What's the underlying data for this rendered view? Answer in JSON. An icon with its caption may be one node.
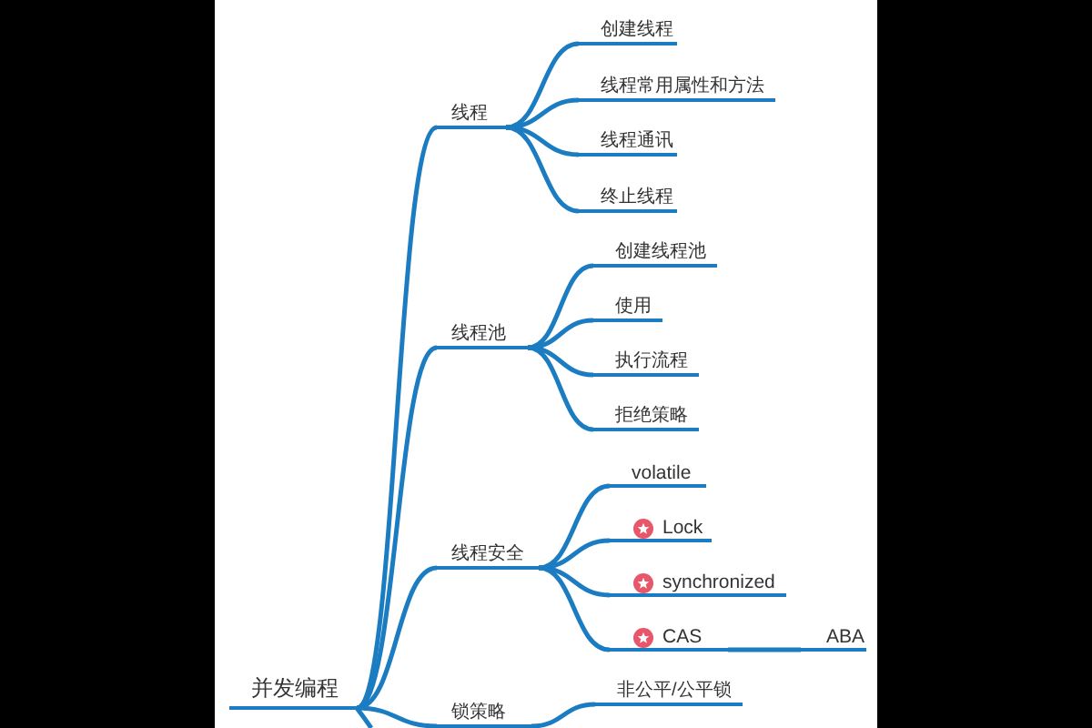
{
  "diagram": {
    "nodes": [
      {
        "text": [
          "并发编程"
        ]
      },
      {
        "text": [
          "线程"
        ]
      },
      {
        "text": [
          "创建线程"
        ]
      },
      {
        "text": [
          "线程常用属性和方法"
        ]
      },
      {
        "text": [
          "线程通讯"
        ]
      },
      {
        "text": [
          "终止线程"
        ]
      },
      {
        "text": [
          "线程池"
        ]
      },
      {
        "text": [
          "创建线程池"
        ]
      },
      {
        "text": [
          "使用"
        ]
      },
      {
        "text": [
          "执行流程"
        ]
      },
      {
        "text": [
          "拒绝策略"
        ]
      },
      {
        "text": [
          "线程安全"
        ]
      },
      {
        "text": [
          "volatile"
        ]
      },
      {
        "text": [
          "Lock"
        ]
      },
      {
        "text": [
          "synchronized"
        ]
      },
      {
        "text": [
          "CAS"
        ]
      },
      {
        "text": [
          "ABA"
        ]
      },
      {
        "text": [
          "锁策略"
        ]
      },
      {
        "text": [
          "非公平/公平锁"
        ]
      }
    ],
    "edges": [
      {
        "from": 0,
        "to": 1,
        "arrow": "none"
      },
      {
        "from": 0,
        "to": 6,
        "arrow": "none"
      },
      {
        "from": 0,
        "to": 11,
        "arrow": "none"
      },
      {
        "from": 0,
        "to": 17,
        "arrow": "none"
      },
      {
        "from": 1,
        "to": 2,
        "arrow": "none"
      },
      {
        "from": 1,
        "to": 3,
        "arrow": "none"
      },
      {
        "from": 1,
        "to": 4,
        "arrow": "none"
      },
      {
        "from": 1,
        "to": 5,
        "arrow": "none"
      },
      {
        "from": 6,
        "to": 7,
        "arrow": "none"
      },
      {
        "from": 6,
        "to": 8,
        "arrow": "none"
      },
      {
        "from": 6,
        "to": 9,
        "arrow": "none"
      },
      {
        "from": 6,
        "to": 10,
        "arrow": "none"
      },
      {
        "from": 11,
        "to": 12,
        "arrow": "none"
      },
      {
        "from": 11,
        "to": 13,
        "arrow": "none"
      },
      {
        "from": 11,
        "to": 14,
        "arrow": "none"
      },
      {
        "from": 11,
        "to": 15,
        "arrow": "none"
      },
      {
        "from": 15,
        "to": 16,
        "arrow": "none"
      },
      {
        "from": 17,
        "to": 18,
        "arrow": "none"
      },
      {
        "from": 0,
        "to": null,
        "arrow": "none"
      }
    ]
  }
}
